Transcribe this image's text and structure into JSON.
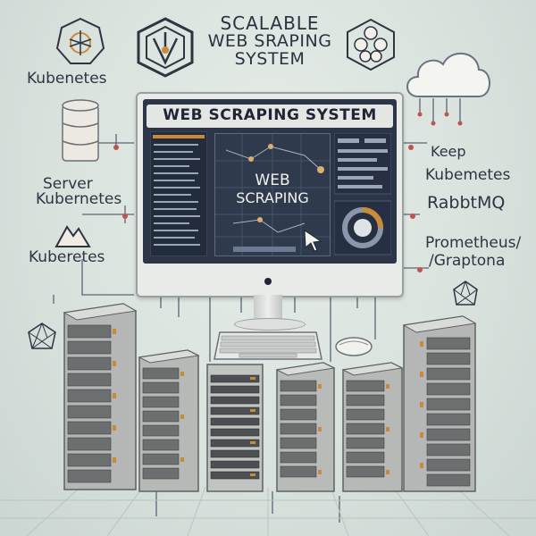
{
  "header": {
    "title_line1": "SCALABLE",
    "title_line2": "WEB SRAPING",
    "title_line3": "SYSTEM"
  },
  "monitor": {
    "banner": "WEB SCRAPING SYSTEM",
    "center_line1": "WEB",
    "center_line2": "SCRAPING"
  },
  "left_labels": {
    "top": "Kubenetes",
    "middle_line1": "Server",
    "middle_line2": "Kubernetes",
    "bottom": "Kuberetes"
  },
  "right_labels": {
    "keep": "Keep",
    "kubernetes": "Kubemetes",
    "rabbit": "RabbtMQ",
    "prometheus_line1": "Prometheus/",
    "prometheus_line2": "/Graptona"
  },
  "colors": {
    "ink": "#2e3442",
    "screen": "#2c3648",
    "accent_orange": "#c98a3a",
    "rack_metal": "#b7b9b7"
  },
  "icons": [
    "kubernetes-logo-icon",
    "shield-logo-icon",
    "cluster-icon",
    "cloud-icon",
    "database-icon",
    "mountain-icon",
    "polyhedron-icon",
    "gear-icon",
    "cursor-icon",
    "mouse-icon",
    "keyboard-icon"
  ]
}
